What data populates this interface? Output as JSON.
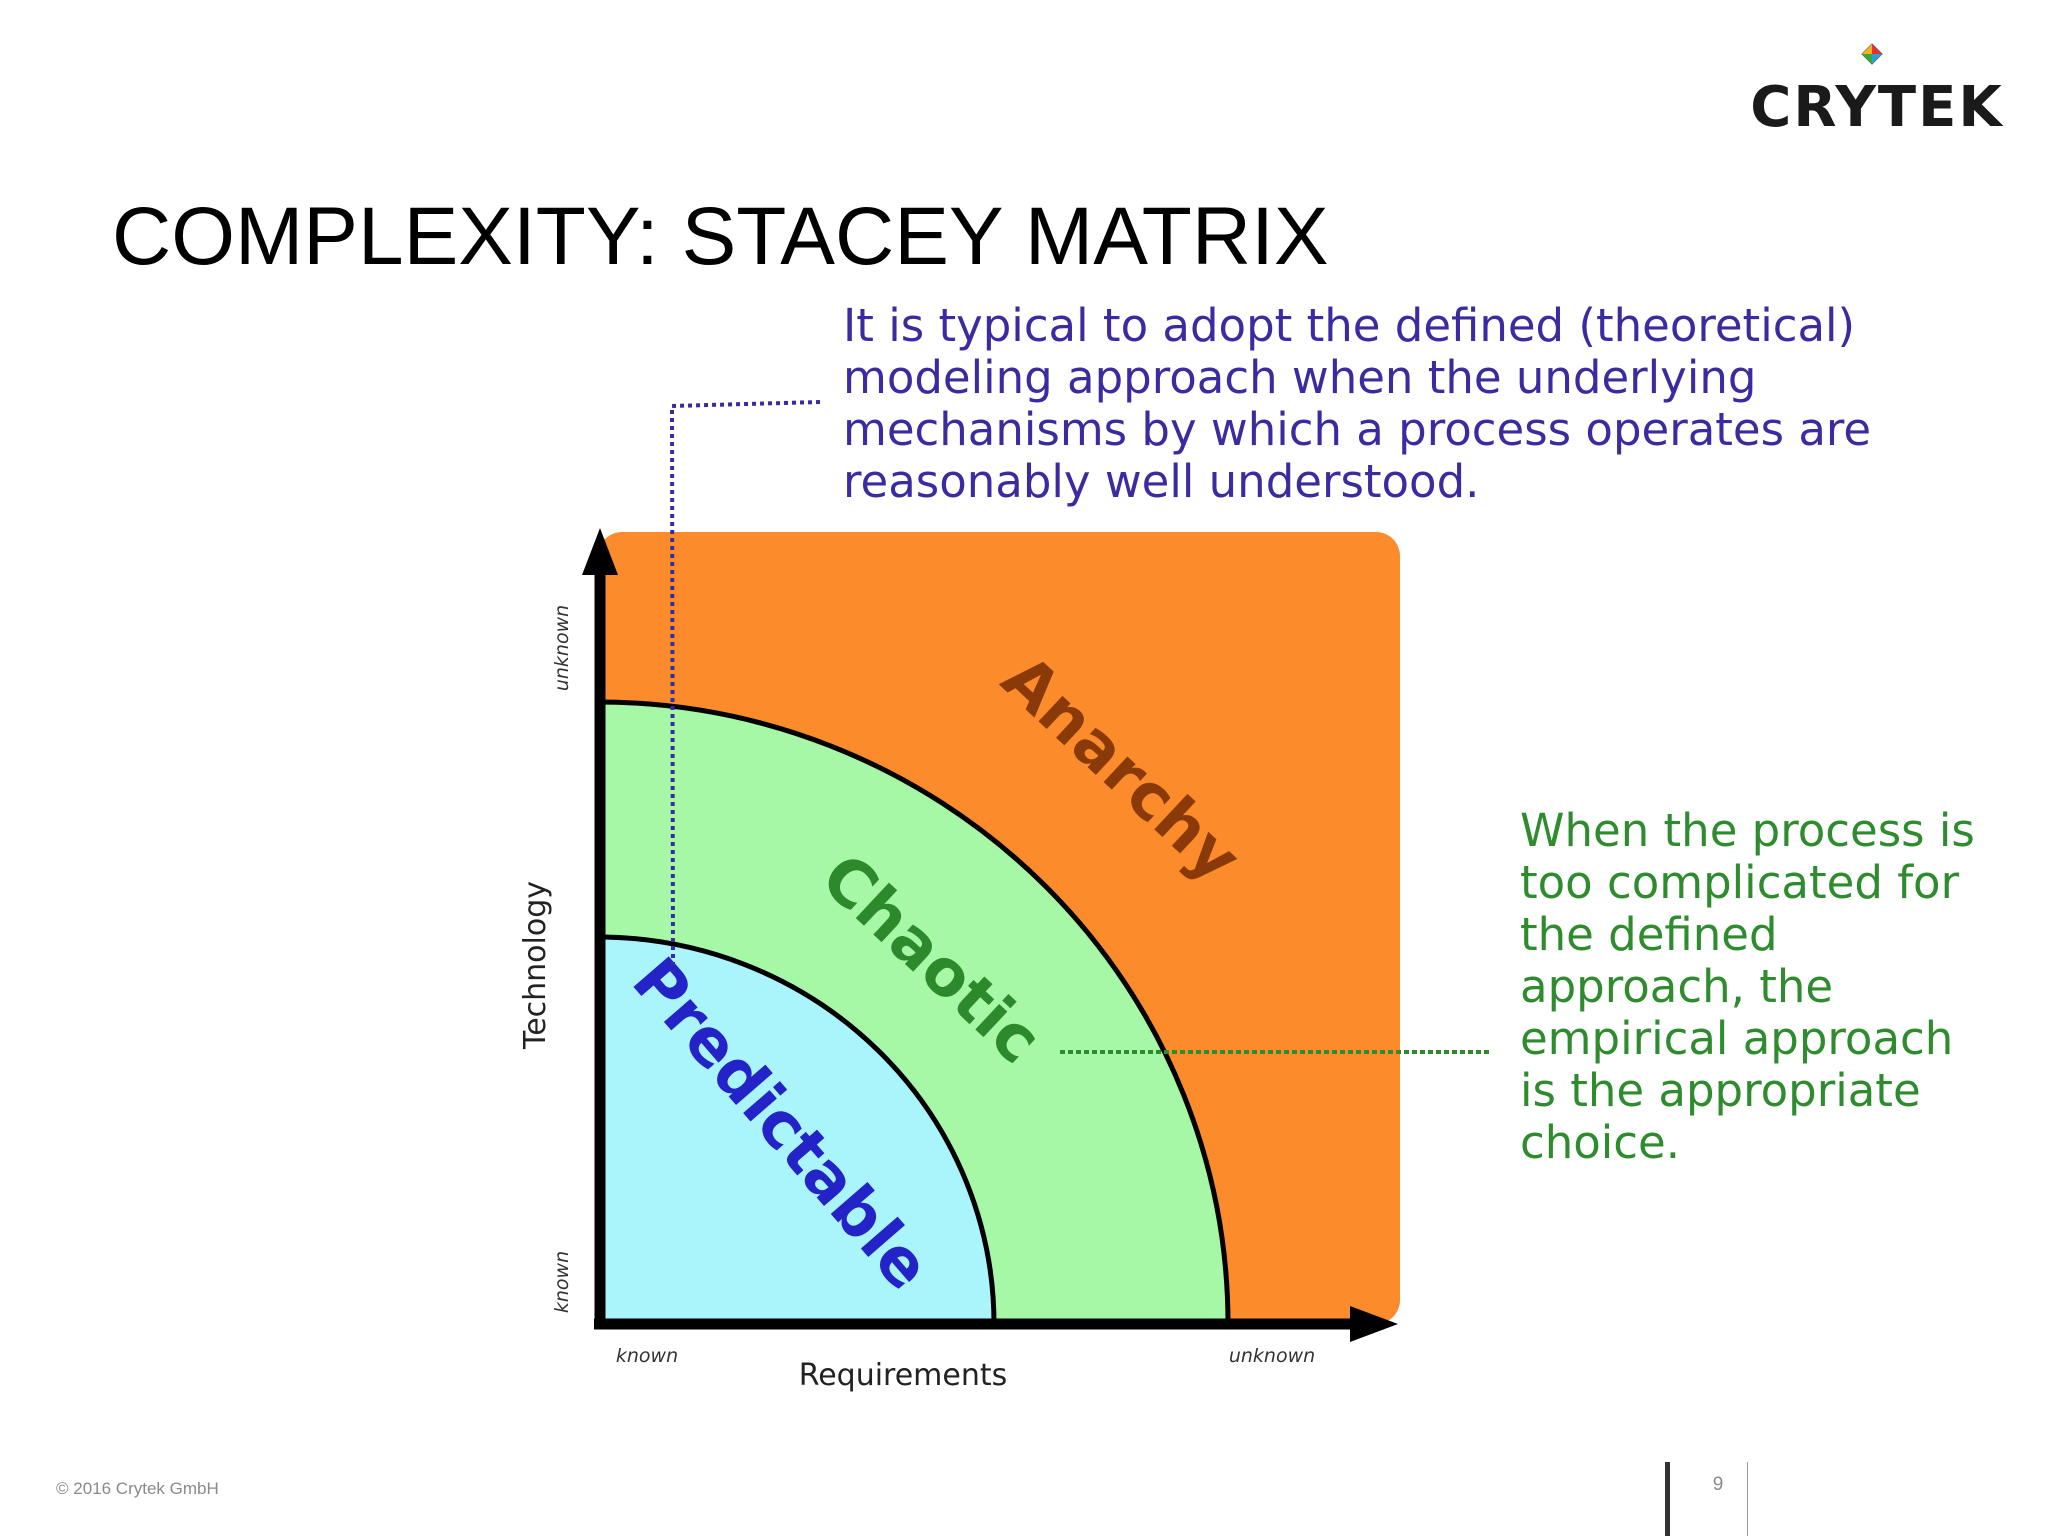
{
  "slide": {
    "title": "COMPLEXITY: STACEY MATRIX",
    "logo_text": "CRYTEK",
    "copyright": "© 2016 Crytek GmbH",
    "page_number": "9"
  },
  "diagram": {
    "regions": {
      "inner": "Predictable",
      "middle": "Chaotic",
      "outer": "Anarchy"
    },
    "axes": {
      "x_label": "Requirements",
      "y_label": "Technology",
      "x_low": "known",
      "x_high": "unknown",
      "y_low": "known",
      "y_high": "unknown"
    },
    "callouts": {
      "defined": "It is typical to adopt the defined (theoretical) modeling approach when the underlying mechanisms by which a process operates are reasonably well understood.",
      "empirical": "When the process is too complicated for the defined approach, the empirical approach is the appropriate choice."
    },
    "colors": {
      "predictable_fill": "#aaf5fb",
      "chaotic_fill": "#a6f7a6",
      "anarchy_fill": "#fb8b2b",
      "predictable_text": "#2323c8",
      "chaotic_text": "#2c8a2c",
      "anarchy_text": "#8a3a08",
      "defined_callout": "#3b2ba0",
      "empirical_callout": "#2e8b2e"
    }
  }
}
